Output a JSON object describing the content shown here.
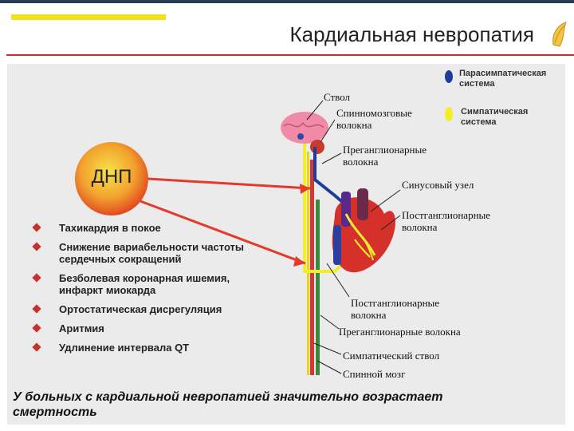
{
  "title": "Кардиальная невропатия",
  "legend": {
    "parasympathetic": {
      "label": "Парасимпатическая система",
      "color": "#1d3c9e"
    },
    "sympathetic": {
      "label": "Симпатическая система",
      "color": "#f3ee2a"
    }
  },
  "dnp": {
    "label": "ДНП"
  },
  "bullets": [
    "Тахикардия в покое",
    "Снижение вариабельности частоты сердечных сокращений",
    "Безболевая коронарная ишемия, инфаркт миокарда",
    "Ортостатическая дисрегуляция",
    "Аритмия",
    "Удлинение интервала QT"
  ],
  "labels": {
    "stem": "Ствол",
    "spinal_fibers": "Спинномозговые волокна",
    "preganglionic_top": "Преганглионарные волокна",
    "sinus_node": "Синусовый узел",
    "postganglionic_right": "Постганглионарные волокна",
    "postganglionic_bottom": "Постганглионарные волокна",
    "preganglionic_bottom": "Преганглионарные волокна",
    "sympathetic_trunk": "Симпатический ствол",
    "spinal_cord": "Спинной мозг"
  },
  "footnote": "У больных с кардиальной невропатией значительно возрастает смертность"
}
